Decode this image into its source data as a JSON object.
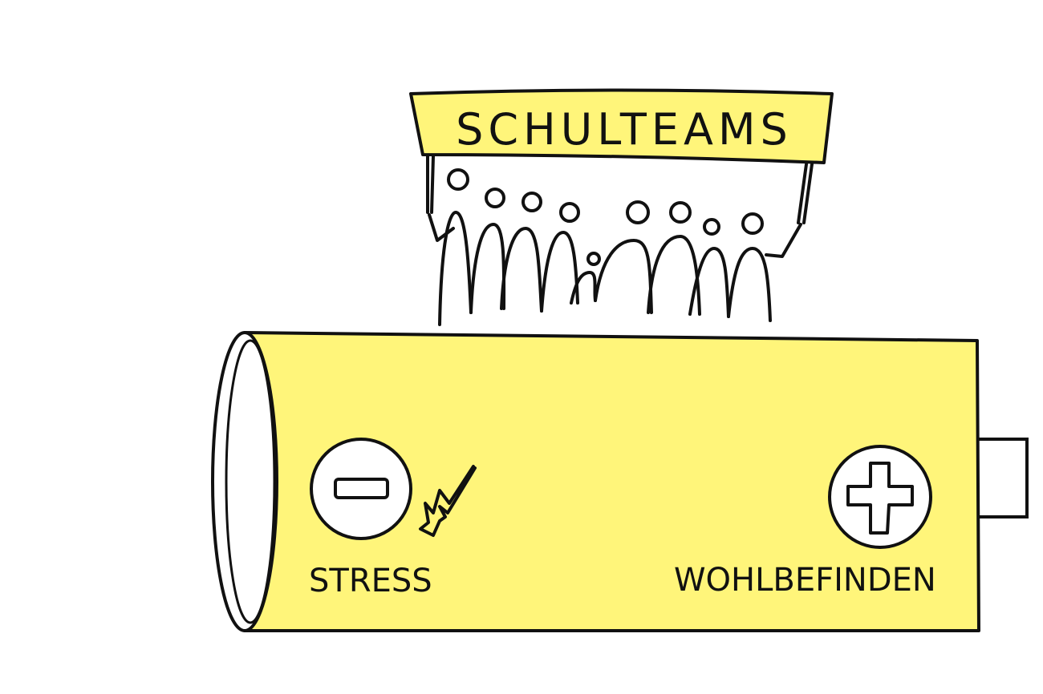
{
  "banner": {
    "text": "SCHULTEAMS"
  },
  "battery": {
    "minus_label": "STRESS",
    "plus_label": "WOHLBEFINDEN"
  },
  "colors": {
    "yellow": "#FFF57A",
    "ink": "#111111"
  },
  "icons": [
    "minus-icon",
    "plus-icon",
    "lightning-arrow-icon",
    "people-group-icon"
  ]
}
